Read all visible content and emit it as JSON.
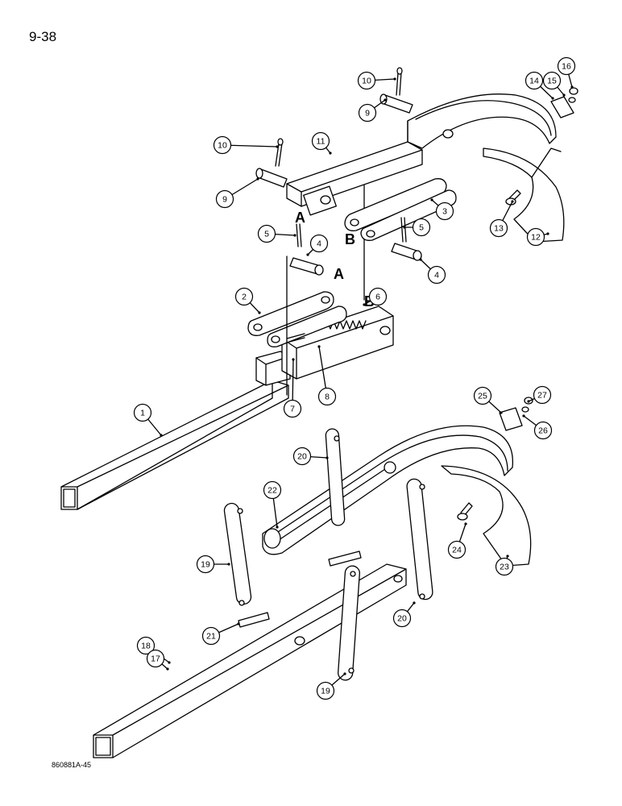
{
  "page_number": "9-38",
  "figure_code": "860881A-45",
  "section_labels": [
    "A",
    "B",
    "A",
    "B"
  ],
  "callouts": [
    "10",
    "9",
    "16",
    "14",
    "15",
    "10",
    "11",
    "9",
    "3",
    "13",
    "12",
    "5",
    "4",
    "5",
    "4",
    "2",
    "6",
    "8",
    "7",
    "1",
    "25",
    "27",
    "26",
    "20",
    "22",
    "24",
    "23",
    "19",
    "21",
    "20",
    "18",
    "17",
    "19"
  ],
  "colors": {
    "ink": "#000000",
    "paper": "#ffffff"
  }
}
